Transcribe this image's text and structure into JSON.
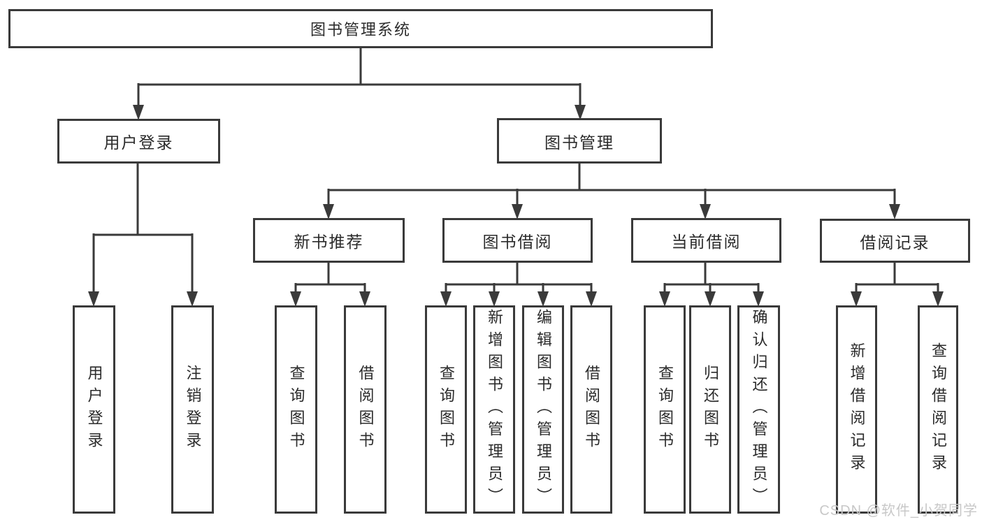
{
  "colors": {
    "background": "#ffffff",
    "line": "#3a3a3a",
    "box_border": "#3a3a3a",
    "text": "#2b2b2b",
    "watermark": "#c8c8c8"
  },
  "diagram": {
    "title": "图书管理系统",
    "level2": [
      {
        "label": "用户登录"
      },
      {
        "label": "图书管理"
      }
    ],
    "level3": [
      {
        "label": "新书推荐"
      },
      {
        "label": "图书借阅"
      },
      {
        "label": "当前借阅"
      },
      {
        "label": "借阅记录"
      }
    ],
    "leaves": {
      "user_login": [
        "用户登录",
        "注销登录"
      ],
      "new_book_recommend": [
        "查询图书",
        "借阅图书"
      ],
      "book_borrow": [
        "查询图书",
        "新增图书（管理员）",
        "编辑图书（管理员）",
        "借阅图书"
      ],
      "current_borrow": [
        "查询图书",
        "归还图书",
        "确认归还（管理员）"
      ],
      "borrow_records": [
        "新增借阅记录",
        "查询借阅记录"
      ]
    }
  },
  "watermark": {
    "text": "CSDN @软件_小贺同学"
  }
}
